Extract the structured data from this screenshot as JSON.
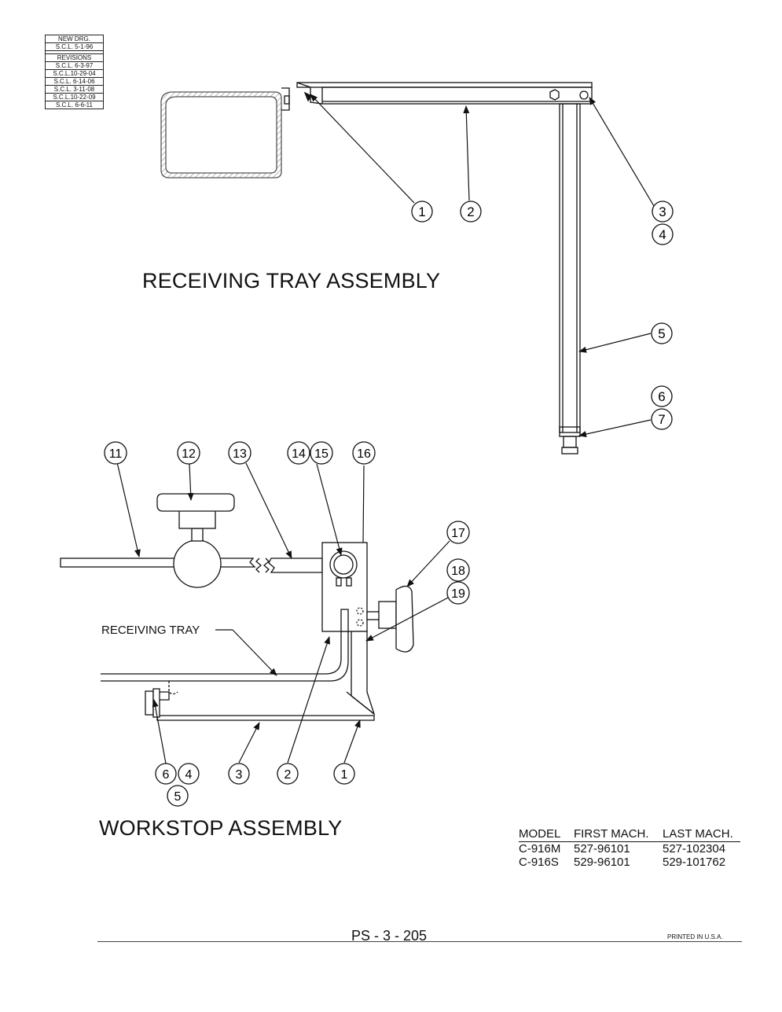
{
  "revision_block": {
    "rows": [
      "NEW DRG.",
      "S.C.L. 5-1-96",
      "REVISIONS",
      "S.C.L. 6-3-97",
      "S.C.L.10-29-04",
      "S.C.L. 6-14-06",
      "S.C.L. 3-11-08",
      "S.C.L.10-22-09",
      "S.C.L. 6-6-11"
    ]
  },
  "receiving_tray": {
    "title": "RECEIVING TRAY ASSEMBLY",
    "callouts": [
      "1",
      "2",
      "3",
      "4",
      "5",
      "6",
      "7"
    ]
  },
  "workstop": {
    "title": "WORKSTOP ASSEMBLY",
    "tray_label": "RECEIVING TRAY",
    "callouts": [
      "11",
      "12",
      "13",
      "14",
      "15",
      "16",
      "17",
      "18",
      "19",
      "6",
      "4",
      "5",
      "3",
      "2",
      "1"
    ]
  },
  "model_table": {
    "headers": [
      "MODEL",
      "FIRST MACH.",
      "LAST MACH."
    ],
    "rows": [
      [
        "C-916M",
        "527-96101",
        "527-102304"
      ],
      [
        "C-916S",
        "529-96101",
        "529-101762"
      ]
    ]
  },
  "footer": {
    "page_number": "PS - 3 - 205",
    "printed": "PRINTED IN U.S.A."
  }
}
